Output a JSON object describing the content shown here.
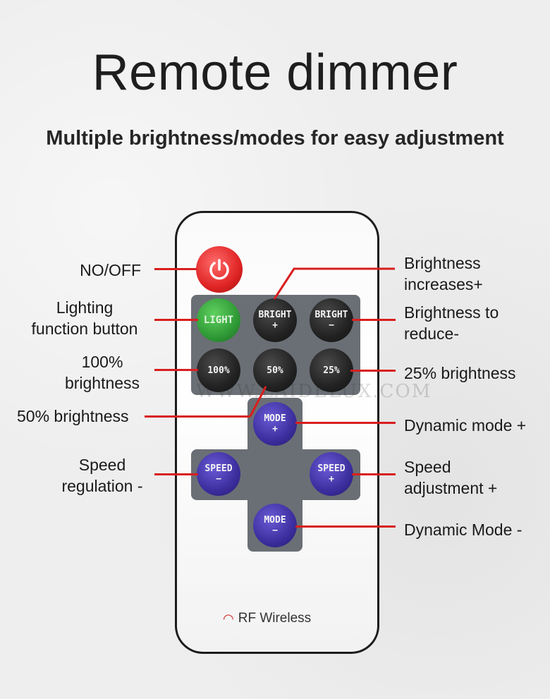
{
  "title": "Remote dimmer",
  "subtitle": "Multiple brightness/modes for easy adjustment",
  "watermark": "WWW.LAIDELUX.COM",
  "remote": {
    "buttons": {
      "power_icon": "power-icon",
      "light": "LIGHT",
      "bright_plus": [
        "BRIGHT",
        "+"
      ],
      "bright_minus": [
        "BRIGHT",
        "−"
      ],
      "b100": "100%",
      "b50": "50%",
      "b25": "25%",
      "mode_plus": [
        "MODE",
        "+"
      ],
      "mode_minus": [
        "MODE",
        "−"
      ],
      "speed_minus": [
        "SPEED",
        "−"
      ],
      "speed_plus": [
        "SPEED",
        "+"
      ]
    },
    "rf_label": "RF Wireless"
  },
  "labels": {
    "on_off": "NO/OFF",
    "lighting_1": "Lighting",
    "lighting_2": "function button",
    "b100_1": "100%",
    "b100_2": "brightness",
    "b50": "50% brightness",
    "speed_reg_1": "Speed",
    "speed_reg_2": "regulation -",
    "bright_inc_1": "Brightness",
    "bright_inc_2": "increases+",
    "bright_red_1": "Brightness to",
    "bright_red_2": "reduce-",
    "b25": "25% brightness",
    "dyn_plus": "Dynamic mode +",
    "speed_adj_1": "Speed",
    "speed_adj_2": "adjustment +",
    "dyn_minus": "Dynamic Mode -"
  },
  "colors": {
    "leader_line": "#d81e1e",
    "power_button": "#e02424",
    "light_button": "#2f9a36",
    "mode_speed_buttons": "#3d2e9e",
    "panel": "#6a6f75"
  }
}
